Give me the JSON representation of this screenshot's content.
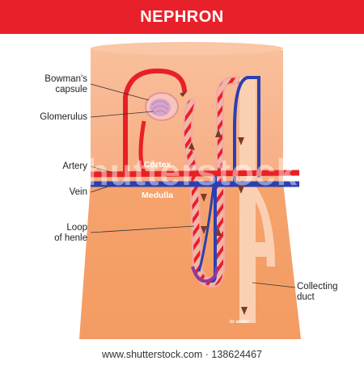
{
  "title": "NEPHRON",
  "regions": {
    "cortex": "Cortex",
    "medulla": "Medulla"
  },
  "labels": {
    "bowmans_capsule": [
      "Bowman's",
      "capsule"
    ],
    "glomerulus": "Glomerulus",
    "artery": "Artery",
    "vein": "Vein",
    "loop_of_henle": [
      "Loop",
      "of henle"
    ],
    "collecting_duct": [
      "Collecting",
      "duct"
    ],
    "to_ureter": "to ureter"
  },
  "watermark": "shutterstock",
  "footer": "www.shutterstock.com · 138624467",
  "colors": {
    "banner": "#e8202a",
    "cortex": "#f8b690",
    "medulla": "#f4a06a",
    "artery": "#e82026",
    "vein": "#2c3fb0",
    "duct": "#fbd0b2",
    "capsule": "#f2a9a4"
  }
}
